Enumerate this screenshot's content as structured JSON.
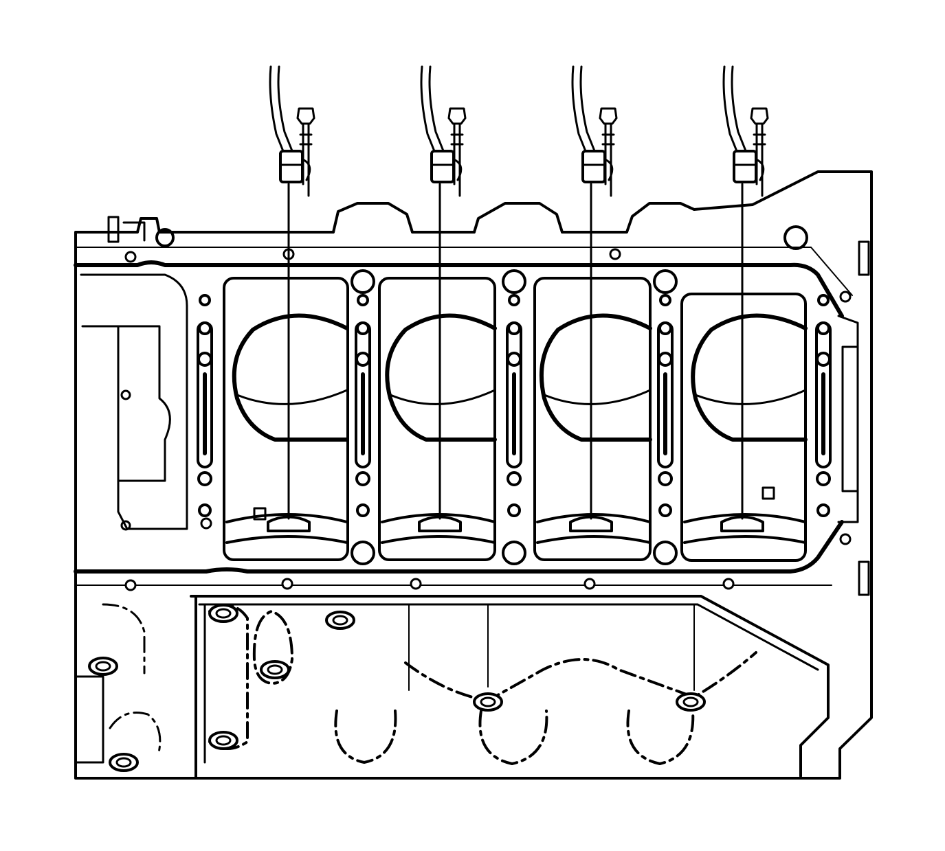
{
  "diagram": {
    "subject": "engine-block-piston-oil-cooling-jets",
    "cylinders": 4,
    "oil_jets": 4,
    "jet_bolts": 4,
    "colors": {
      "line": "#000000",
      "background": "#ffffff"
    }
  }
}
